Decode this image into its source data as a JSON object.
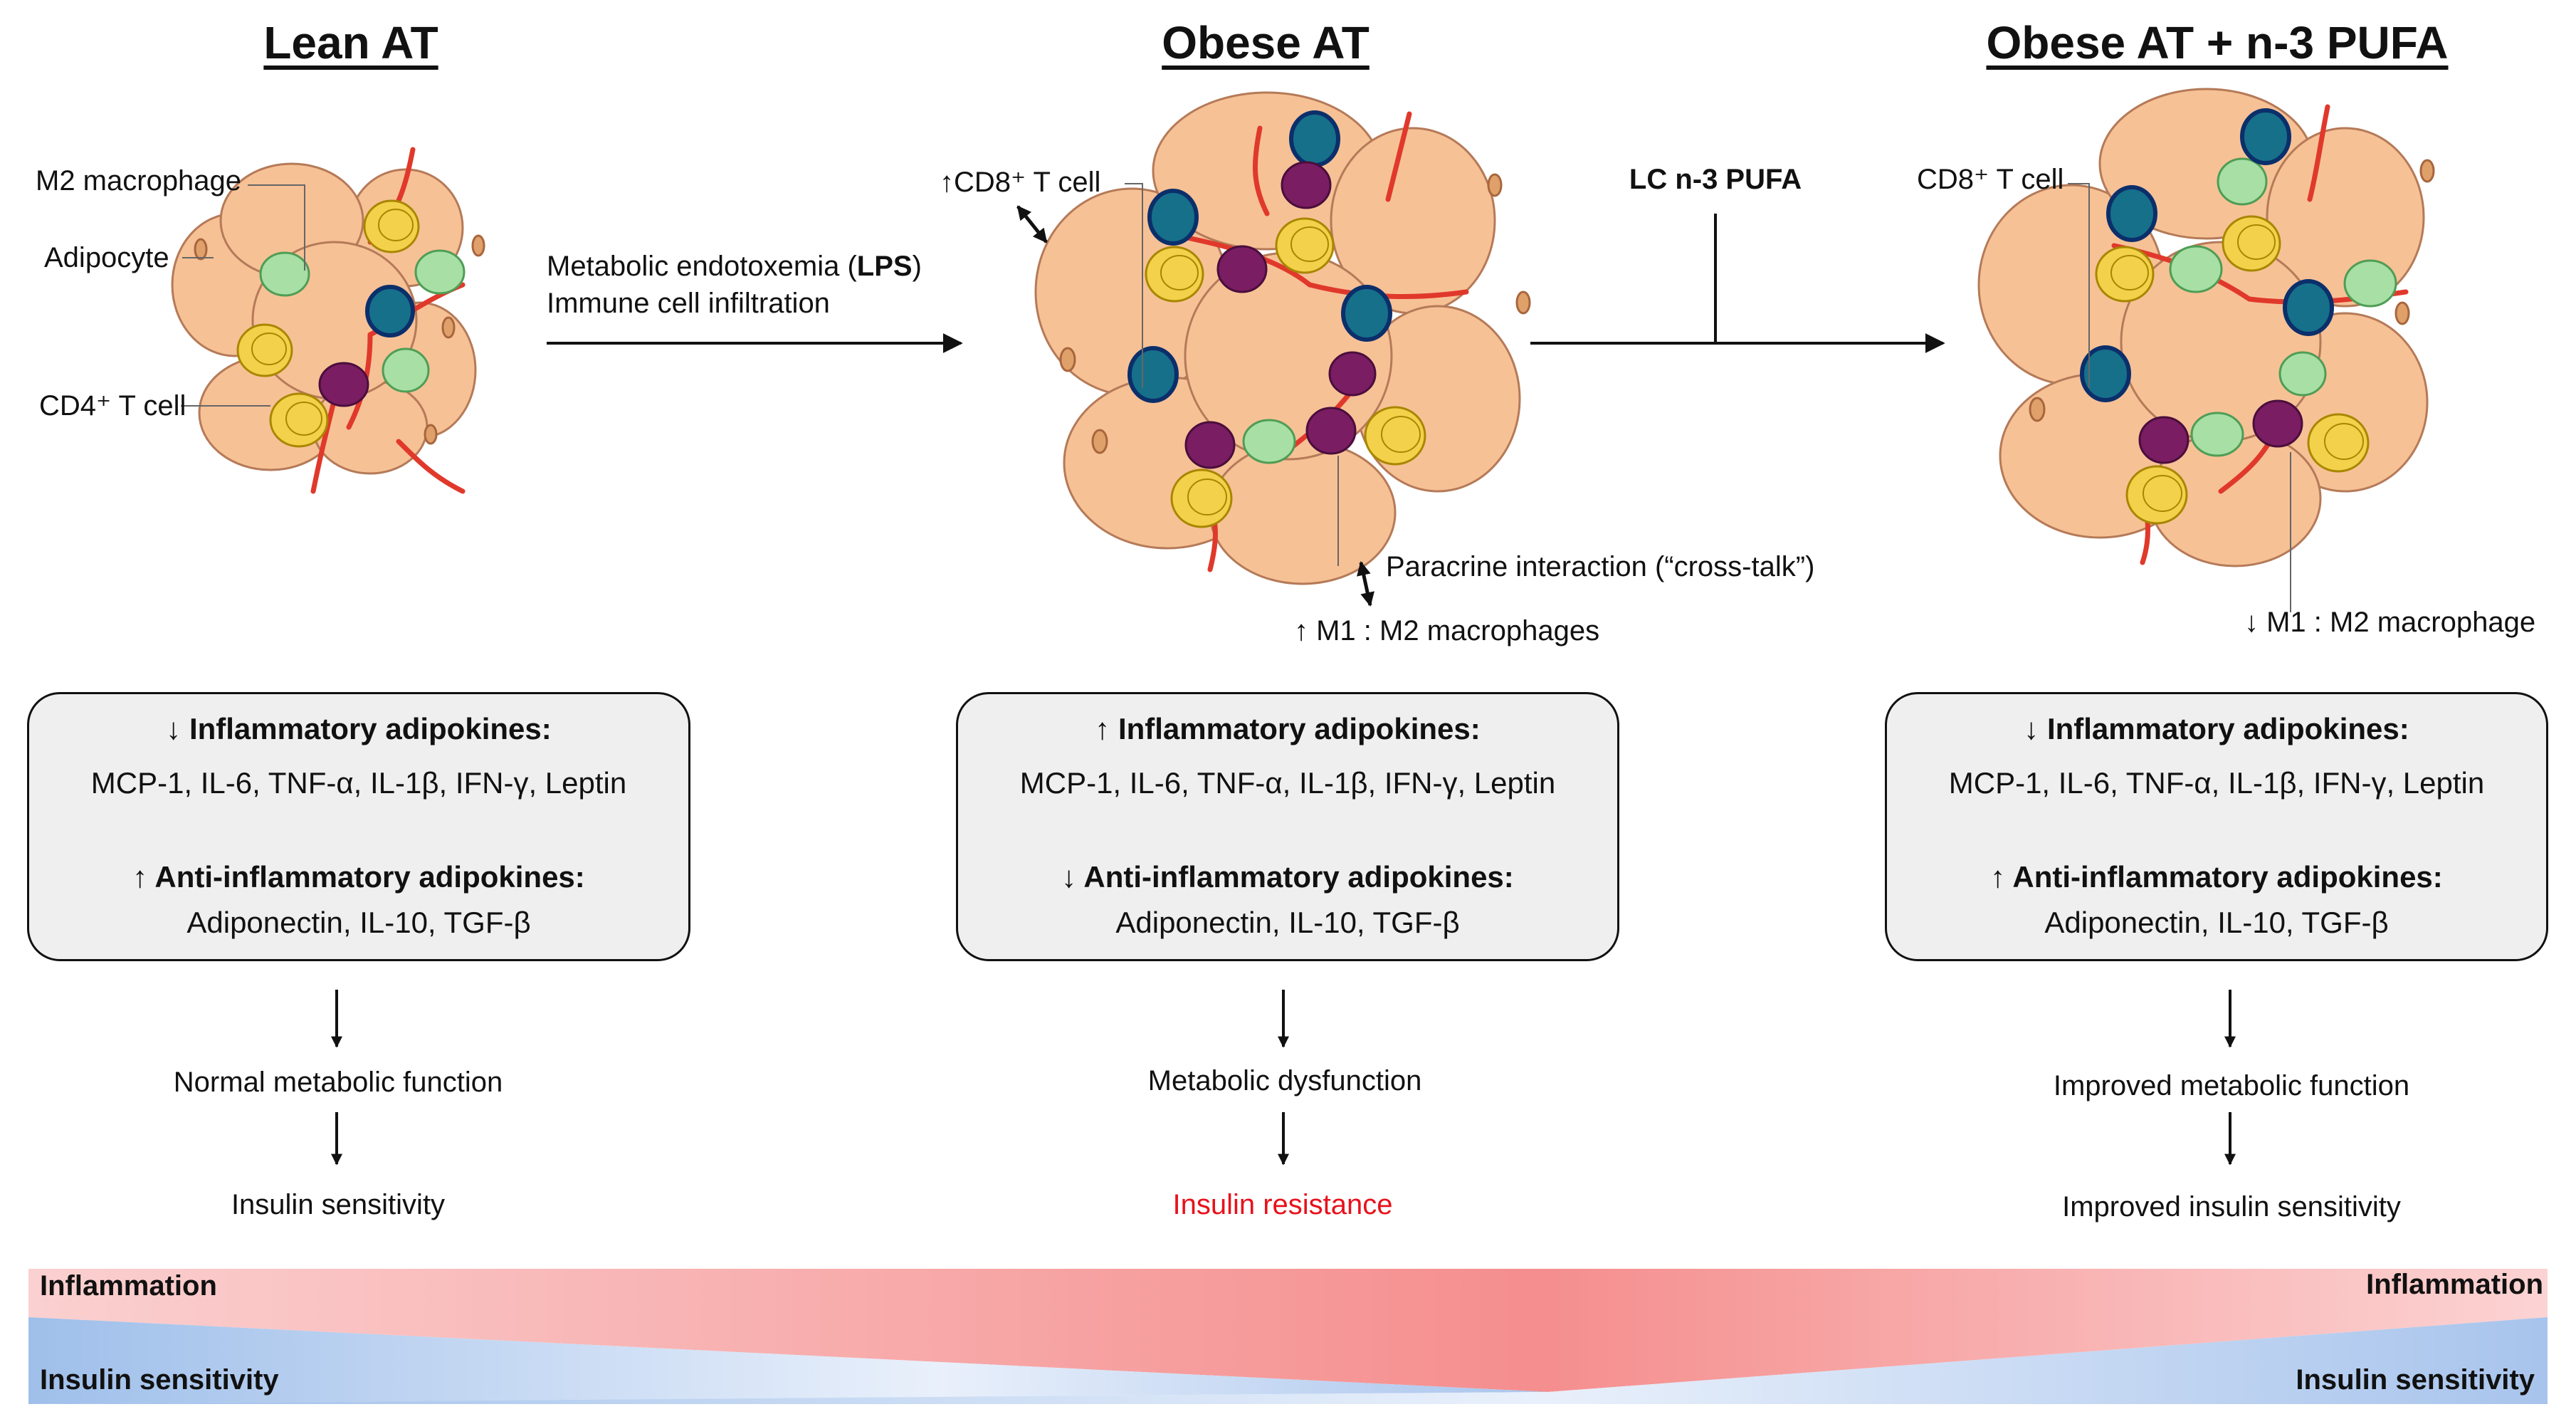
{
  "titles": {
    "lean": "Lean AT",
    "obese": "Obese AT",
    "obese_pufa": "Obese AT + n-3 PUFA"
  },
  "lean_labels": {
    "m2": "M2 macrophage",
    "adipocyte": "Adipocyte",
    "cd4": "CD4⁺ T cell"
  },
  "transition1": {
    "line1_pre": "Metabolic endotoxemia (",
    "line1_bold": "LPS",
    "line1_post": ")",
    "line2": "Immune cell infiltration"
  },
  "obese_labels": {
    "cd8": "↑CD8⁺ T cell",
    "paracrine": "Paracrine interaction (“cross-talk”)",
    "m1m2": "↑ M1 : M2 macrophages"
  },
  "transition2": {
    "label": "LC n-3 PUFA"
  },
  "pufa_labels": {
    "cd8": "CD8⁺ T cell",
    "m1m2": "↓ M1 : M2 macrophage"
  },
  "boxes": [
    {
      "infl_arrow": "↓",
      "infl_header": "Inflammatory adipokines:",
      "infl_list": "MCP-1, IL-6, TNF-α, IL-1β, IFN-γ, Leptin",
      "anti_arrow": "↑",
      "anti_header": "Anti-inflammatory adipokines:",
      "anti_list": "Adiponectin, IL-10, TGF-β"
    },
    {
      "infl_arrow": "↑",
      "infl_header": "Inflammatory adipokines:",
      "infl_list": "MCP-1, IL-6, TNF-α, IL-1β, IFN-γ, Leptin",
      "anti_arrow": "↓",
      "anti_header": "Anti-inflammatory adipokines:",
      "anti_list": "Adiponectin, IL-10, TGF-β"
    },
    {
      "infl_arrow": "↓",
      "infl_header": "Inflammatory adipokines:",
      "infl_list": "MCP-1, IL-6, TNF-α, IL-1β, IFN-γ, Leptin",
      "anti_arrow": "↑",
      "anti_header": "Anti-inflammatory adipokines:",
      "anti_list": "Adiponectin, IL-10, TGF-β"
    }
  ],
  "outcomes": [
    {
      "function": "Normal metabolic function",
      "insulin": "Insulin sensitivity"
    },
    {
      "function": "Metabolic dysfunction",
      "insulin": "Insulin resistance"
    },
    {
      "function": "Improved metabolic function",
      "insulin": "Improved insulin sensitivity"
    }
  ],
  "gradient_bar": {
    "inflammation": "Inflammation",
    "insulin_sensitivity": "Insulin sensitivity"
  },
  "colors": {
    "adipocyte": "#f7c196",
    "adipocyte_edge": "#b57a58",
    "vessel": "#e0392b",
    "cd4": "#f3d14a",
    "cd8": "#16708a",
    "m1": "#7b1d62",
    "m2": "#a7dfa5",
    "insulin_resistance": "#e8111b",
    "inflammation": "#f38b8b",
    "sensitivity": "#a9c6ec"
  }
}
